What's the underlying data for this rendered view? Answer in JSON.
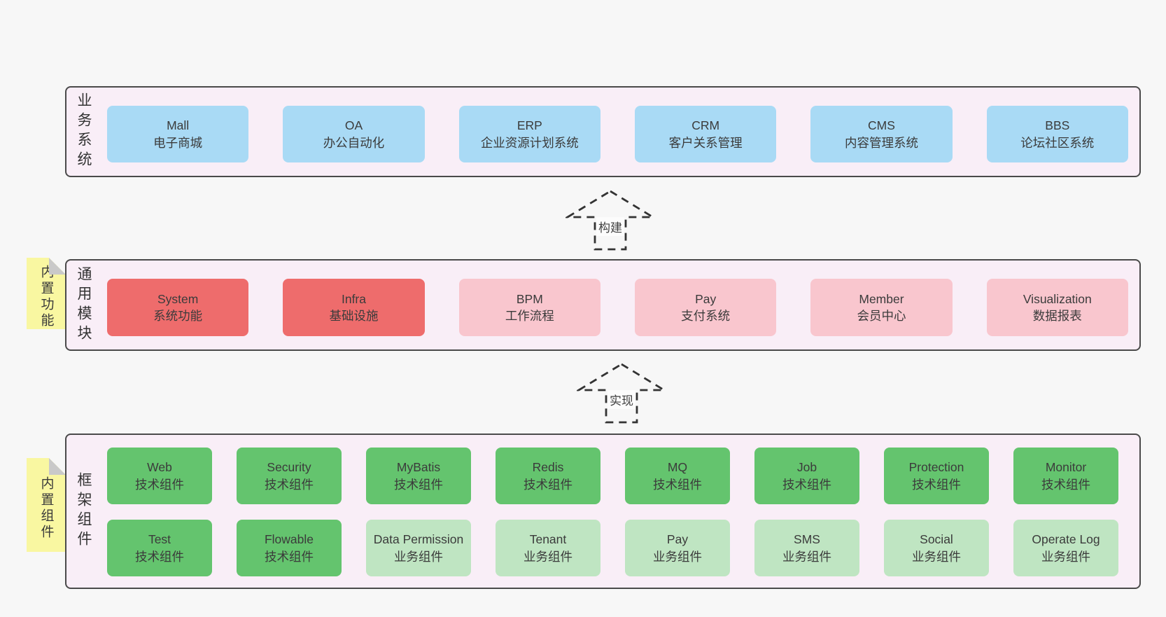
{
  "palette": {
    "page_bg": "#f7f7f7",
    "panel_bg": "#f9eef7",
    "panel_border": "#4a4a4a",
    "blue_box": "#a9daf5",
    "red_box": "#ee6c6c",
    "pink_box": "#f9c6ce",
    "green_box": "#64c46e",
    "light_green_box": "#bfe5c2",
    "tab_bg": "#f9f7a1",
    "tab_fold": "#c9c9c9",
    "text": "#3b3b3b"
  },
  "sections": {
    "business": {
      "label": "业务系统",
      "boxes": [
        {
          "title": "Mall",
          "subtitle": "电子商城"
        },
        {
          "title": "OA",
          "subtitle": "办公自动化"
        },
        {
          "title": "ERP",
          "subtitle": "企业资源计划系统"
        },
        {
          "title": "CRM",
          "subtitle": "客户关系管理"
        },
        {
          "title": "CMS",
          "subtitle": "内容管理系统"
        },
        {
          "title": "BBS",
          "subtitle": "论坛社区系统"
        }
      ]
    },
    "modules": {
      "label": "通用模块",
      "tab": "内置功能",
      "boxes": [
        {
          "title": "System",
          "subtitle": "系统功能"
        },
        {
          "title": "Infra",
          "subtitle": "基础设施"
        },
        {
          "title": "BPM",
          "subtitle": "工作流程"
        },
        {
          "title": "Pay",
          "subtitle": "支付系统"
        },
        {
          "title": "Member",
          "subtitle": "会员中心"
        },
        {
          "title": "Visualization",
          "subtitle": "数据报表"
        }
      ]
    },
    "framework": {
      "label": "框架组件",
      "tab": "内置组件",
      "row1": [
        {
          "title": "Web",
          "subtitle": "技术组件"
        },
        {
          "title": "Security",
          "subtitle": "技术组件"
        },
        {
          "title": "MyBatis",
          "subtitle": "技术组件"
        },
        {
          "title": "Redis",
          "subtitle": "技术组件"
        },
        {
          "title": "MQ",
          "subtitle": "技术组件"
        },
        {
          "title": "Job",
          "subtitle": "技术组件"
        },
        {
          "title": "Protection",
          "subtitle": "技术组件"
        },
        {
          "title": "Monitor",
          "subtitle": "技术组件"
        }
      ],
      "row2": [
        {
          "title": "Test",
          "subtitle": "技术组件"
        },
        {
          "title": "Flowable",
          "subtitle": "技术组件"
        },
        {
          "title": "Data Permission",
          "subtitle": "业务组件"
        },
        {
          "title": "Tenant",
          "subtitle": "业务组件"
        },
        {
          "title": "Pay",
          "subtitle": "业务组件"
        },
        {
          "title": "SMS",
          "subtitle": "业务组件"
        },
        {
          "title": "Social",
          "subtitle": "业务组件"
        },
        {
          "title": "Operate Log",
          "subtitle": "业务组件"
        }
      ]
    }
  },
  "arrows": [
    {
      "label": "构建"
    },
    {
      "label": "实现"
    }
  ]
}
